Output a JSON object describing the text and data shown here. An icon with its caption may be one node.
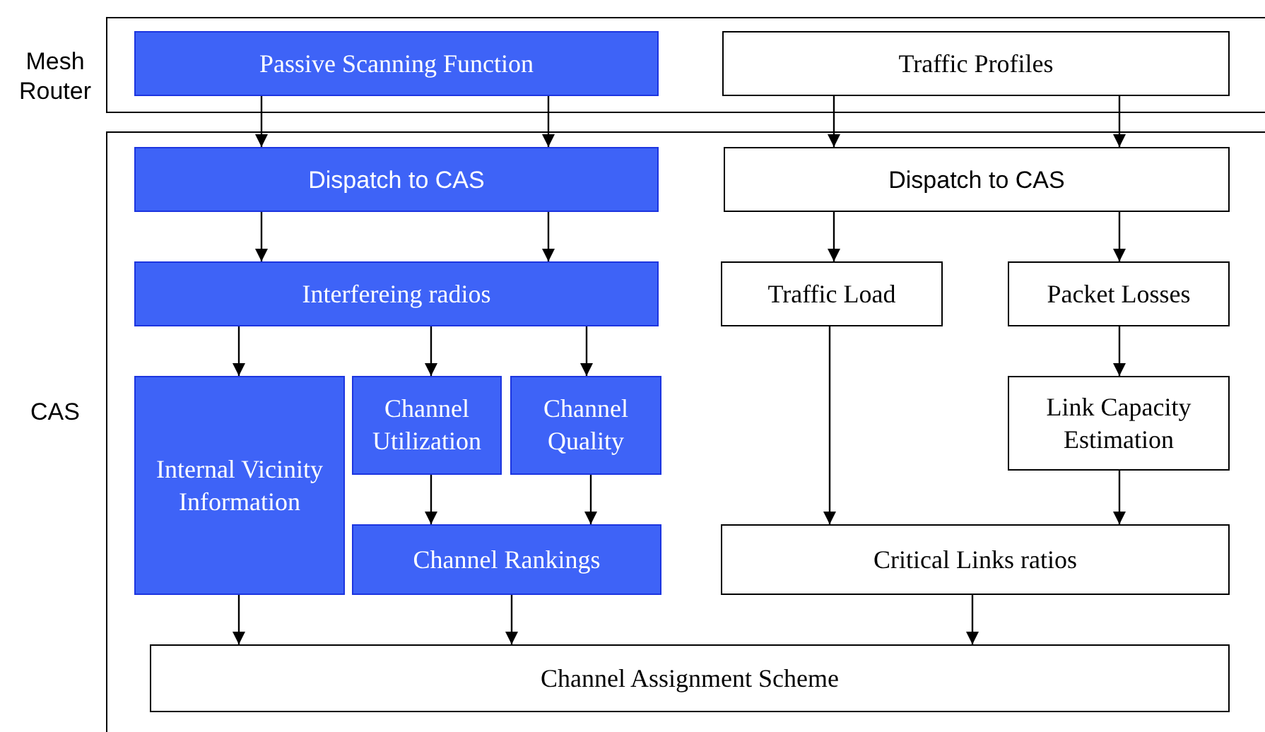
{
  "diagram": {
    "nodes": [
      {
        "text": [
          "Mesh Router"
        ]
      },
      {
        "text": [
          "Passive Scanning Function"
        ],
        "in": 0
      },
      {
        "text": [
          "Traffic Profiles"
        ],
        "in": 0
      },
      {
        "text": [
          "CAS"
        ]
      },
      {
        "text": [
          "Dispatch to CAS"
        ],
        "in": 3
      },
      {
        "text": [
          "Dispatch to CAS"
        ],
        "in": 3
      },
      {
        "text": [
          "Interfereing radios"
        ],
        "in": 3
      },
      {
        "text": [
          "Traffic Load"
        ],
        "in": 3
      },
      {
        "text": [
          "Packet Losses"
        ],
        "in": 3
      },
      {
        "text": [
          "Internal Vicinity Information"
        ],
        "in": 3
      },
      {
        "text": [
          "Channel Utilization"
        ],
        "in": 3
      },
      {
        "text": [
          "Channel Quality"
        ],
        "in": 3
      },
      {
        "text": [
          "Link Capacity Estimation"
        ],
        "in": 3
      },
      {
        "text": [
          "Channel Rankings"
        ],
        "in": 3
      },
      {
        "text": [
          "Critical Links ratios"
        ],
        "in": 3
      },
      {
        "text": [
          "Channel Assignment Scheme"
        ],
        "in": 3
      }
    ],
    "edges": [
      {
        "from": 1,
        "to": 4,
        "arrow": "to"
      },
      {
        "from": 1,
        "to": 4,
        "arrow": "to"
      },
      {
        "from": 2,
        "to": 5,
        "arrow": "to"
      },
      {
        "from": 2,
        "to": 5,
        "arrow": "to"
      },
      {
        "from": 4,
        "to": 6,
        "arrow": "to"
      },
      {
        "from": 4,
        "to": 6,
        "arrow": "to"
      },
      {
        "from": 6,
        "to": 9,
        "arrow": "to"
      },
      {
        "from": 6,
        "to": 10,
        "arrow": "to"
      },
      {
        "from": 6,
        "to": 11,
        "arrow": "to"
      },
      {
        "from": 5,
        "to": 7,
        "arrow": "to"
      },
      {
        "from": 5,
        "to": 8,
        "arrow": "to"
      },
      {
        "from": 8,
        "to": 12,
        "arrow": "to"
      },
      {
        "from": 10,
        "to": 13,
        "arrow": "to"
      },
      {
        "from": 11,
        "to": 13,
        "arrow": "to"
      },
      {
        "from": 7,
        "to": 14,
        "arrow": "to"
      },
      {
        "from": 12,
        "to": 14,
        "arrow": "to"
      },
      {
        "from": 9,
        "to": 15,
        "arrow": "to"
      },
      {
        "from": 13,
        "to": 15,
        "arrow": "to"
      },
      {
        "from": 14,
        "to": 15,
        "arrow": "to"
      }
    ]
  }
}
